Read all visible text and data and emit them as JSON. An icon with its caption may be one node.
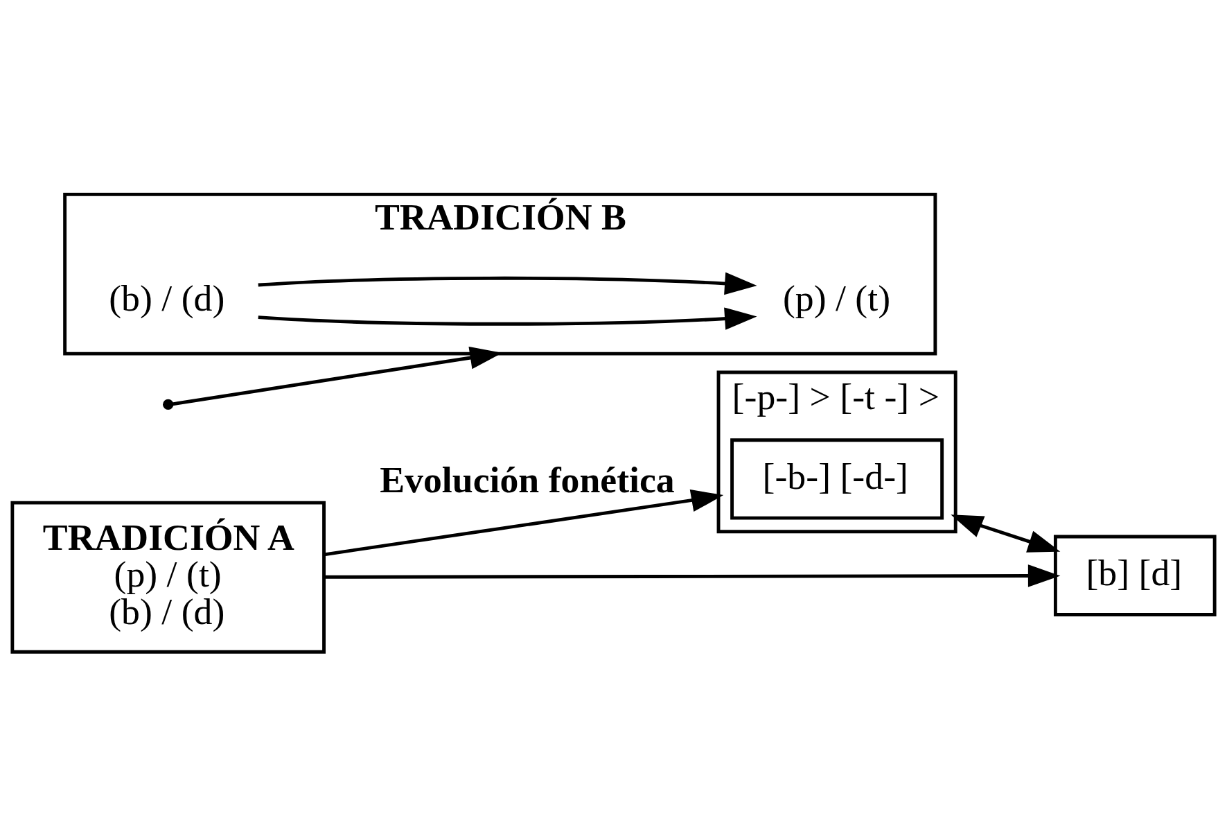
{
  "diagram": {
    "nodes": [
      {
        "text": [
          "TRADICIÓN A",
          "(p) / (t)",
          "(b) / (d)"
        ]
      },
      {
        "text": [
          "[-p-] > [-t -] >"
        ]
      },
      {
        "text": [
          "[-b-] [-d-]"
        ],
        "in": 1
      },
      {
        "text": [
          "TRADICIÓN B"
        ]
      },
      {
        "text": [
          "(p) / (t)"
        ],
        "in": 3
      },
      {
        "text": [
          "(b) / (d)"
        ],
        "in": 3
      },
      {
        "text": [
          "[b] [d]"
        ]
      }
    ],
    "edges": [
      {
        "from": 0,
        "to": 1,
        "arrow": "to",
        "label": "Evolución fonética"
      },
      {
        "from": 0,
        "to": 6,
        "arrow": "to"
      },
      {
        "from": 1,
        "to": 6,
        "arrow": "both"
      },
      {
        "from": null,
        "to": 3,
        "arrow": "to"
      },
      {
        "from": 5,
        "to": 4,
        "arrow": "to"
      },
      {
        "from": 5,
        "to": 4,
        "arrow": "to"
      }
    ]
  }
}
